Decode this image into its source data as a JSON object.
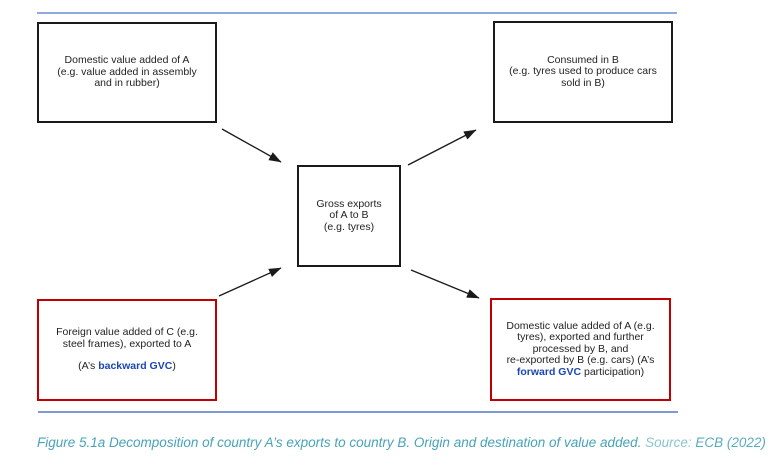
{
  "figure": {
    "colors": {
      "rule_top": "#8FAADC",
      "rule_bottom": "#7E99D6",
      "black_box_border": "#1A1A1A",
      "red_box_border": "#C00000",
      "gvc_term_blue": "#1C45B5",
      "caption_teal": "#47A3B8",
      "caption_source_light": "#8CC5D0",
      "caption_source_ref": "#57ADC0",
      "arrow_black": "#1A1A1A"
    },
    "boxes": {
      "top_left": {
        "lines": [
          "Domestic value added of A",
          "(e.g. value added in assembly",
          "and in rubber)"
        ]
      },
      "top_right": {
        "lines": [
          "Consumed in B",
          "(e.g. tyres used to produce cars",
          "sold in B)"
        ]
      },
      "center": {
        "lines": [
          "Gross exports",
          "of A to B",
          "(e.g. tyres)"
        ]
      },
      "bottom_left": {
        "lines": [
          "Foreign value added of C (e.g.",
          "steel frames), exported to A"
        ],
        "gvc_prefix": "(A’s ",
        "gvc_term": "backward GVC",
        "gvc_suffix": ")"
      },
      "bottom_right": {
        "lines": [
          "Domestic value added of A (e.g.",
          "tyres), exported and further",
          "processed by B, and",
          "re-exported by B (e.g. cars) (A’s"
        ],
        "gvc_term": "forward GVC",
        "gvc_suffix": " participation)"
      }
    },
    "arrows": [
      {
        "from": "domestic-value-added-box",
        "to": "gross-exports-box"
      },
      {
        "from": "gross-exports-box",
        "to": "consumed-in-b-box"
      },
      {
        "from": "foreign-value-added-box",
        "to": "gross-exports-box"
      },
      {
        "from": "gross-exports-box",
        "to": "domestic-reexported-box"
      }
    ],
    "caption": {
      "main": "Figure 5.1a Decomposition of country A’s exports to country B. Origin and destination of value added. ",
      "source_label": "Source: ",
      "source_ref": "ECB (2022)"
    }
  }
}
